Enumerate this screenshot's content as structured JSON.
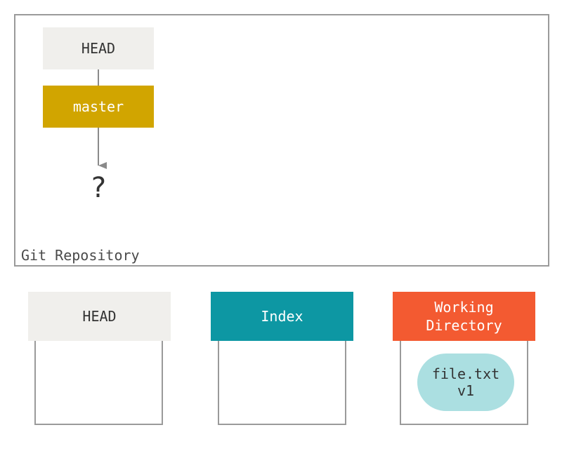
{
  "repository": {
    "label": "Git Repository",
    "head_ref": "HEAD",
    "branch_ref": "master",
    "commit_placeholder": "?"
  },
  "trees": {
    "head": {
      "title": "HEAD"
    },
    "index": {
      "title": "Index"
    },
    "working_directory": {
      "title": "Working\nDirectory",
      "file": {
        "name": "file.txt",
        "version": "v1"
      }
    }
  },
  "colors": {
    "head_fill": "#f0efec",
    "branch_fill": "#d1a500",
    "index_fill": "#0d97a3",
    "working_directory_fill": "#f35a31",
    "file_fill": "#abdfe1",
    "border": "#9a9a9a"
  }
}
